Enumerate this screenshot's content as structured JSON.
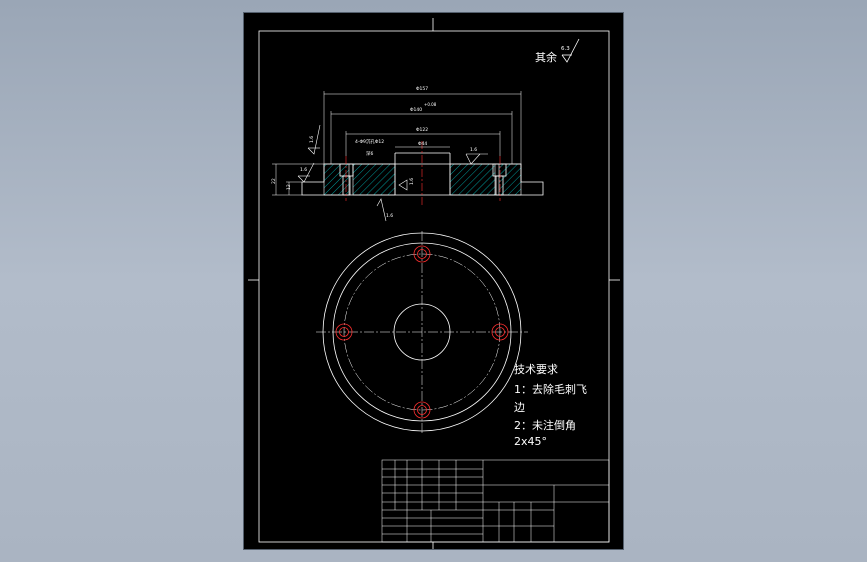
{
  "roughness_other": {
    "label": "其余",
    "value": "6.3"
  },
  "dimensions": {
    "d157": "Φ157",
    "d140": "Φ140",
    "d140_tol": "+0.08",
    "d122": "Φ122",
    "holes": "4-Φ9沉孔Φ12",
    "depth": "深6",
    "d44": "Φ44",
    "h": "22",
    "h2": "12",
    "ra_left": "1.6",
    "ra_left2": "1.6",
    "ra_right": "1.6",
    "ra_bottom": "1.6",
    "ra_center": "1.6"
  },
  "tech_notes": {
    "title": "技术要求",
    "line1": "1：去除毛刺飞",
    "line1b": "边",
    "line2": "2：未注倒角",
    "line2b": "2x45°"
  },
  "colors": {
    "background": "#000000",
    "line": "#ffffff",
    "hatch": "#00c0c0",
    "center": "#ff3030",
    "hole": "#ff3030"
  }
}
